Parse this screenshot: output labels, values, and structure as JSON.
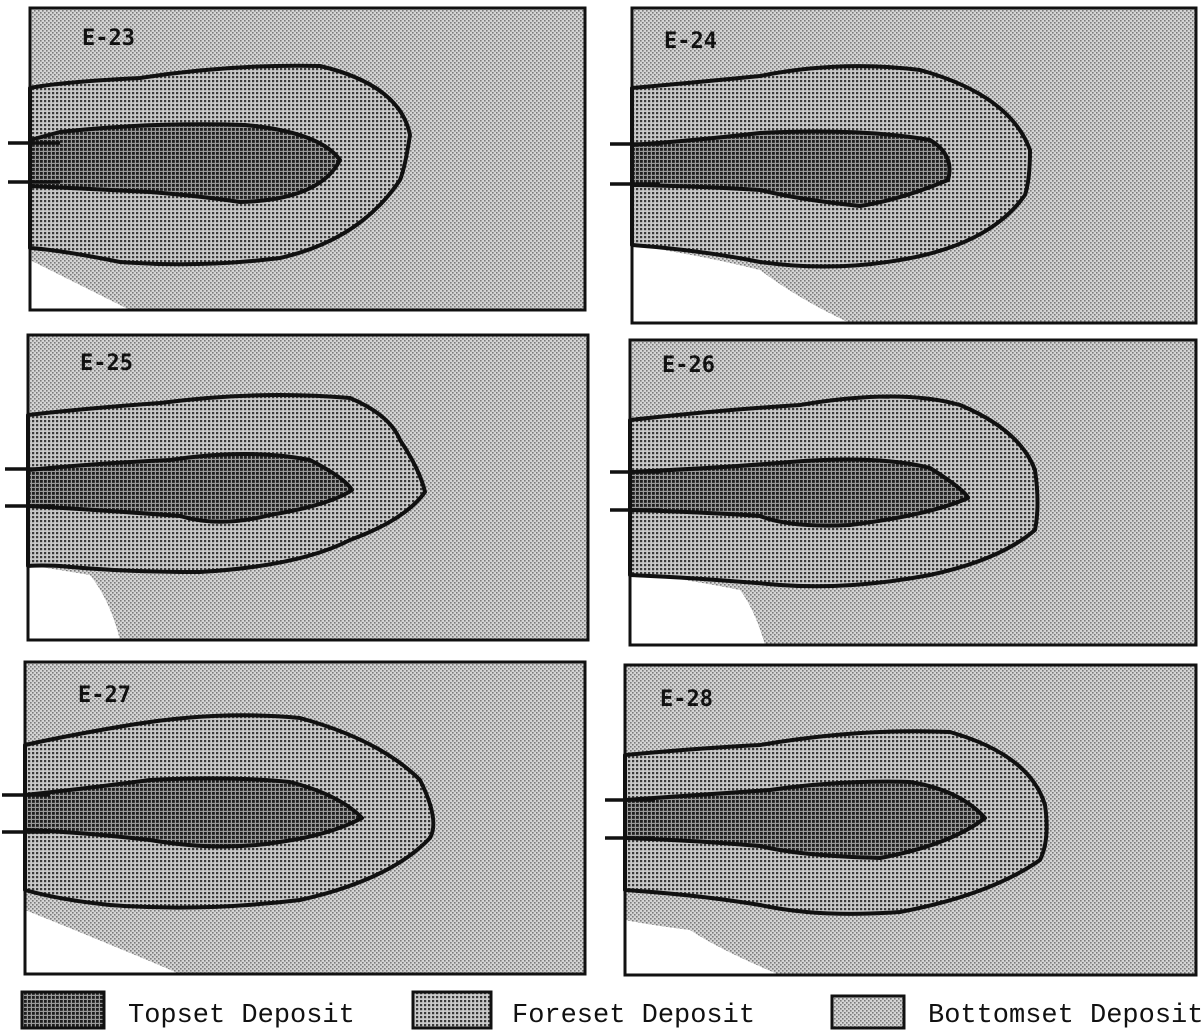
{
  "panels": [
    {
      "label": "E-23"
    },
    {
      "label": "E-24"
    },
    {
      "label": "E-25"
    },
    {
      "label": "E-26"
    },
    {
      "label": "E-27"
    },
    {
      "label": "E-28"
    }
  ],
  "legend": {
    "topset": "Topset Deposit",
    "foreset": "Foreset Deposit",
    "bottomset": "Bottomset Deposit"
  },
  "colors": {
    "background": "#ffffff",
    "outline": "#111111"
  }
}
